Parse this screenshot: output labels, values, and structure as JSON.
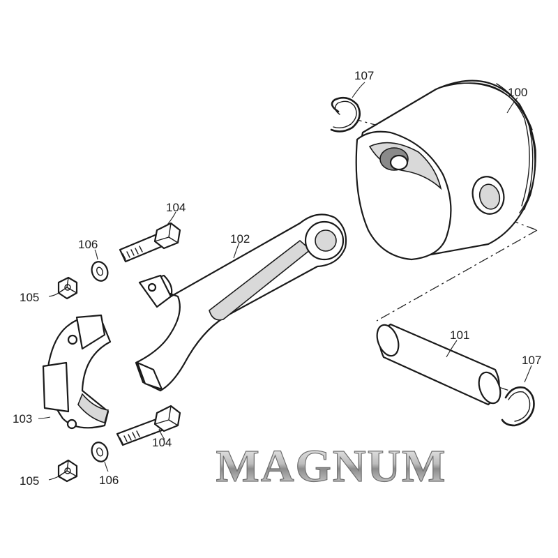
{
  "brand": {
    "logo_text": "MAGNUM",
    "colors": {
      "line": "#1a1a1a",
      "chrome_light": "#f4f4f4",
      "chrome_dark": "#7a7a7a"
    }
  },
  "callouts": {
    "piston": "100",
    "piston_pin": "101",
    "connecting_rod": "102",
    "rod_cap": "103",
    "bolt_top": "104",
    "bolt_bottom": "104",
    "nut_top": "105",
    "nut_bottom": "105",
    "washer_top": "106",
    "washer_bottom": "106",
    "clip_top": "107",
    "clip_right": "107"
  }
}
